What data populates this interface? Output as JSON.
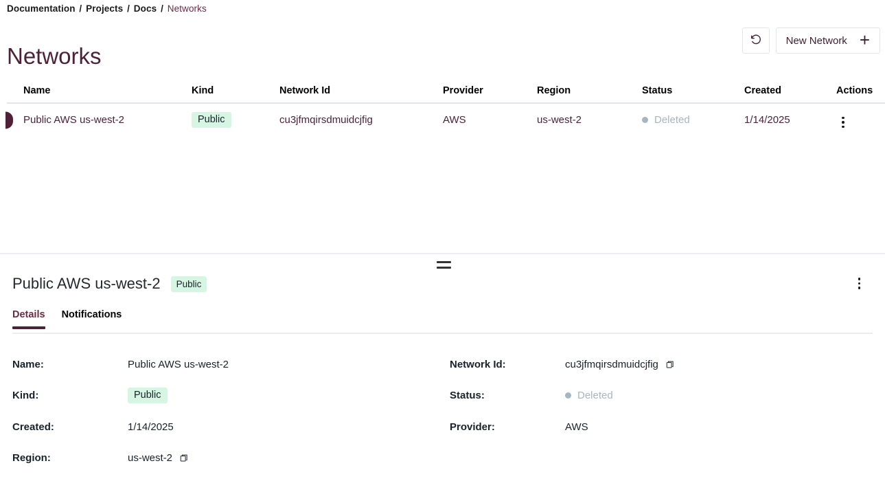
{
  "breadcrumb": {
    "items": [
      "Documentation",
      "Projects",
      "Docs"
    ],
    "current": "Networks",
    "separator": "/"
  },
  "page": {
    "title": "Networks"
  },
  "toolbar": {
    "refresh_icon": "refresh-icon",
    "new_network_label": "New Network",
    "plus_icon": "plus-icon"
  },
  "table": {
    "columns": [
      "Name",
      "Kind",
      "Network Id",
      "Provider",
      "Region",
      "Status",
      "Created",
      "Actions"
    ],
    "rows": [
      {
        "name": "Public AWS us-west-2",
        "kind": "Public",
        "network_id": "cu3jfmqirsdmuidcjfig",
        "provider": "AWS",
        "region": "us-west-2",
        "status": "Deleted",
        "created": "1/14/2025",
        "actions_icon": "kebab-menu-icon",
        "selected": true
      }
    ]
  },
  "detail": {
    "title": "Public AWS us-west-2",
    "badge": "Public",
    "menu_icon": "kebab-menu-icon",
    "tabs": [
      {
        "label": "Details",
        "active": true
      },
      {
        "label": "Notifications",
        "active": false
      }
    ],
    "fields_left": [
      {
        "label": "Name:",
        "value": "Public AWS us-west-2"
      },
      {
        "label": "Kind:",
        "value": "Public"
      },
      {
        "label": "Created:",
        "value": "1/14/2025"
      },
      {
        "label": "Region:",
        "value": "us-west-2"
      }
    ],
    "fields_right": [
      {
        "label": "Network Id:",
        "value": "cu3jfmqirsdmuidcjfig"
      },
      {
        "label": "Status:",
        "value": "Deleted"
      },
      {
        "label": "Provider:",
        "value": "AWS"
      }
    ]
  },
  "colors": {
    "accent": "#4f2136",
    "accent_text": "#6d2b42",
    "badge_bg": "#d7f5e3",
    "status_muted": "#a6b5c2",
    "border": "#e0e5ea"
  }
}
